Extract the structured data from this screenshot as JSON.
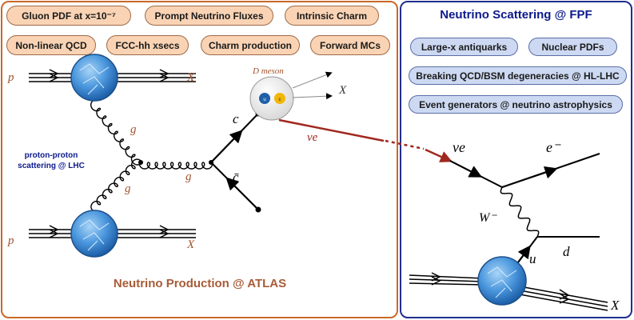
{
  "left_panel": {
    "pills": [
      "Gluon PDF at x=10⁻⁷",
      "Prompt Neutrino Fluxes",
      "Intrinsic Charm",
      "Non-linear QCD",
      "FCC-hh xsecs",
      "Charm production",
      "Forward MCs"
    ],
    "caption": "Neutrino Production @ ATLAS",
    "pp_label_line1": "proton-proton",
    "pp_label_line2": "scattering @ LHC"
  },
  "right_panel": {
    "title": "Neutrino Scattering @ FPF",
    "pills": [
      "Large-x antiquarks",
      "Nuclear PDFs",
      "Breaking QCD/BSM degeneracies @ HL-LHC",
      "Event generators @ neutrino astrophysics"
    ]
  },
  "diagram_labels": {
    "p_top": "p",
    "x_top": "X",
    "p_bottom": "p",
    "x_bottom": "X",
    "g_upper": "g",
    "g_lower": "g",
    "g_middle": "g",
    "c": "c",
    "cbar": "c̄",
    "d_meson": "D meson",
    "x_meson": "X",
    "meson_quark_u": "u",
    "meson_quark_c": "c",
    "nu_e_left": "νe",
    "nu_e_right": "νe",
    "e_minus": "e⁻",
    "w_minus": "W⁻",
    "u": "u",
    "d": "d",
    "x_right": "X"
  },
  "colors": {
    "left_border": "#c8692b",
    "right_border": "#1f2f8f",
    "orange_pill": "#f9d3b4",
    "blue_pill": "#cdd9f2",
    "label_orange": "#a0522d",
    "neutrino_arrow": "#a0281e",
    "proton_blob": "#3e8ed8"
  }
}
